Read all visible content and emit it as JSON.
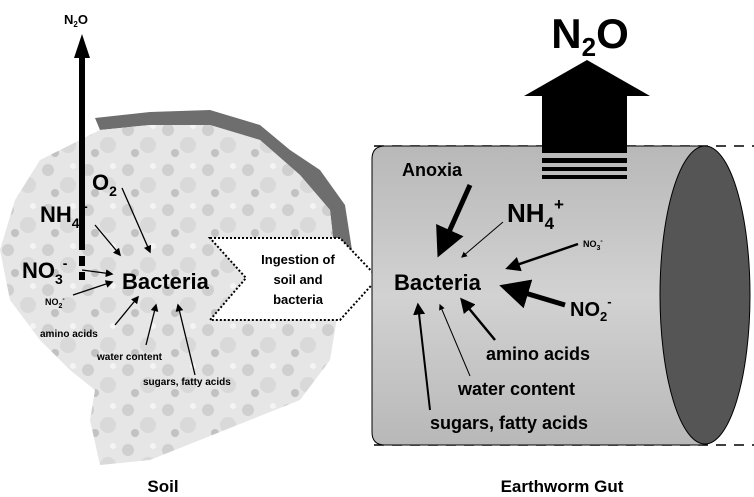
{
  "soil": {
    "label": "Soil",
    "n2o": {
      "main": "N",
      "sub": "2",
      "end": "O"
    },
    "o2": {
      "main": "O",
      "sub": "2"
    },
    "nh4": {
      "main": "NH",
      "sub": "4",
      "sup": "+"
    },
    "no3": {
      "main": "NO",
      "sub": "3",
      "sup": "-"
    },
    "no2": {
      "main": "NO",
      "sub": "2",
      "sup": "-"
    },
    "bacteria": "Bacteria",
    "amino_acids": "amino acids",
    "water_content": "water content",
    "sugars": "sugars, fatty acids"
  },
  "ingestion": {
    "line1": "Ingestion of",
    "line2": "soil and",
    "line3": "bacteria"
  },
  "gut": {
    "label": "Earthworm Gut",
    "n2o": {
      "main": "N",
      "sub": "2",
      "end": "O"
    },
    "anoxia": "Anoxia",
    "nh4": {
      "main": "NH",
      "sub": "4",
      "sup": "+"
    },
    "no3": {
      "main": "NO",
      "sub": "3",
      "sup": "-"
    },
    "no2": {
      "main": "NO",
      "sub": "2",
      "sup": "-"
    },
    "bacteria": "Bacteria",
    "amino_acids": "amino acids",
    "water_content": "water content",
    "sugars": "sugars, fatty acids"
  },
  "colors": {
    "soil": "#d8d8d8",
    "gut_body": "#c4c4c4",
    "gut_end": "#555555"
  }
}
